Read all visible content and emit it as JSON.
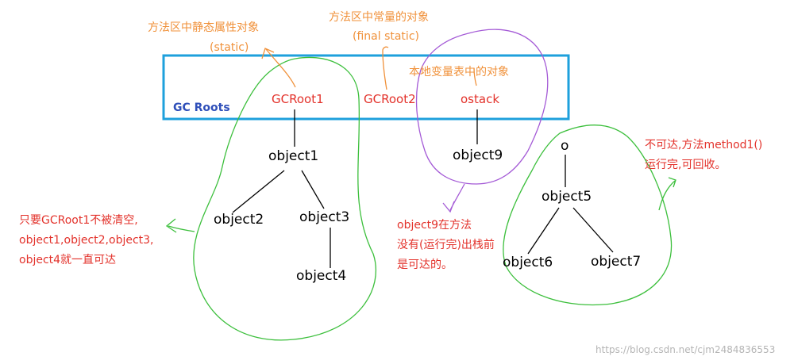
{
  "gc_roots_box": {
    "title": "GC Roots",
    "roots": [
      "GCRoot1",
      "GCRoot2",
      "ostack"
    ]
  },
  "annotations": {
    "static_field_line1": "方法区中静态属性对象",
    "static_field_line2": "(static)",
    "constant_line1": "方法区中常量的对象",
    "constant_line2": "(final static)",
    "local_var": "本地变量表中的对象",
    "reachable_note": [
      "只要GCRoot1不被清空,",
      "object1,object2,object3,",
      "object4就一直可达"
    ],
    "object9_note": [
      "object9在方法",
      "没有(运行完)出栈前",
      "是可达的。"
    ],
    "unreachable_note": [
      "不可达,方法method1()",
      "运行完,可回收。"
    ]
  },
  "objects": {
    "object1": "object1",
    "object2": "object2",
    "object3": "object3",
    "object4": "object4",
    "object9": "object9",
    "o": "o",
    "object5": "object5",
    "object6": "object6",
    "object7": "object7"
  },
  "watermark": "https://blog.csdn.net/cjm2484836553",
  "colors": {
    "box_border": "#1ea0dc",
    "green_outline": "#3cbf3c",
    "purple_outline": "#a45ad6",
    "red_text": "#e3322b",
    "orange_text": "#f0913a",
    "gc_roots_text": "#2f4fb9"
  }
}
